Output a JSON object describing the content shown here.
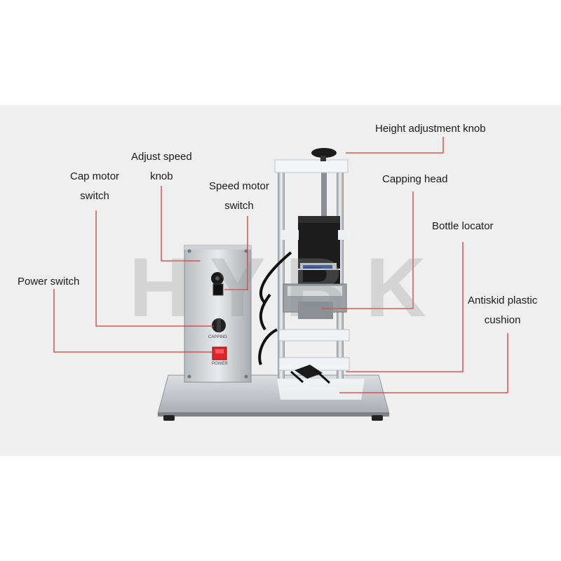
{
  "watermark": "HYBK",
  "labels": {
    "height_knob": "Height adjustment knob",
    "adjust_speed_l1": "Adjust speed",
    "adjust_speed_l2": "knob",
    "capping_head": "Capping head",
    "cap_motor_l1": "Cap motor",
    "cap_motor_l2": "switch",
    "speed_motor_l1": "Speed motor",
    "speed_motor_l2": "switch",
    "bottle_locator": "Bottle locator",
    "power_switch": "Power switch",
    "antiskid_l1": "Antiskid plastic",
    "antiskid_l2": "cushion"
  },
  "panel": {
    "capping_label": "CAPPING",
    "power_label": "POWER"
  },
  "colors": {
    "background_band": "#efefef",
    "leader_lines": "#d83a3a",
    "power_switch": "#e0242a"
  }
}
